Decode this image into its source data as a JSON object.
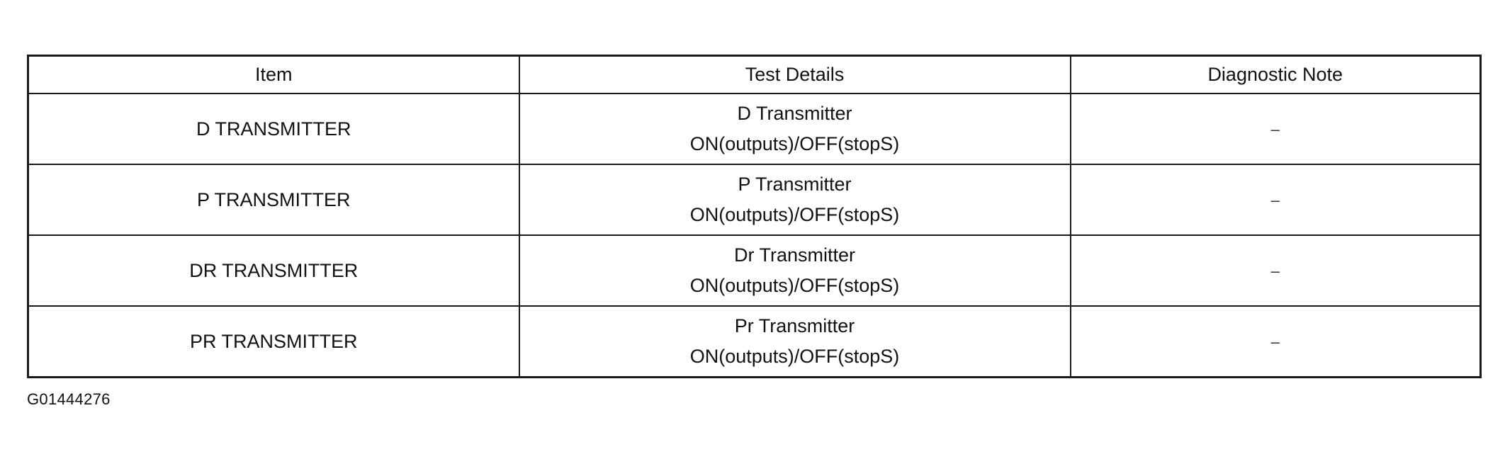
{
  "table": {
    "headers": {
      "item": "Item",
      "test_details": "Test Details",
      "diagnostic_note": "Diagnostic Note"
    },
    "rows": [
      {
        "item": "D TRANSMITTER",
        "details_line1": "D Transmitter",
        "details_line2": "ON(outputs)/OFF(stopS)",
        "note": "–"
      },
      {
        "item": "P TRANSMITTER",
        "details_line1": "P Transmitter",
        "details_line2": "ON(outputs)/OFF(stopS)",
        "note": "–"
      },
      {
        "item": "DR TRANSMITTER",
        "details_line1": "Dr Transmitter",
        "details_line2": "ON(outputs)/OFF(stopS)",
        "note": "–"
      },
      {
        "item": "PR TRANSMITTER",
        "details_line1": "Pr Transmitter",
        "details_line2": "ON(outputs)/OFF(stopS)",
        "note": "–"
      }
    ]
  },
  "figure_id": "G01444276"
}
